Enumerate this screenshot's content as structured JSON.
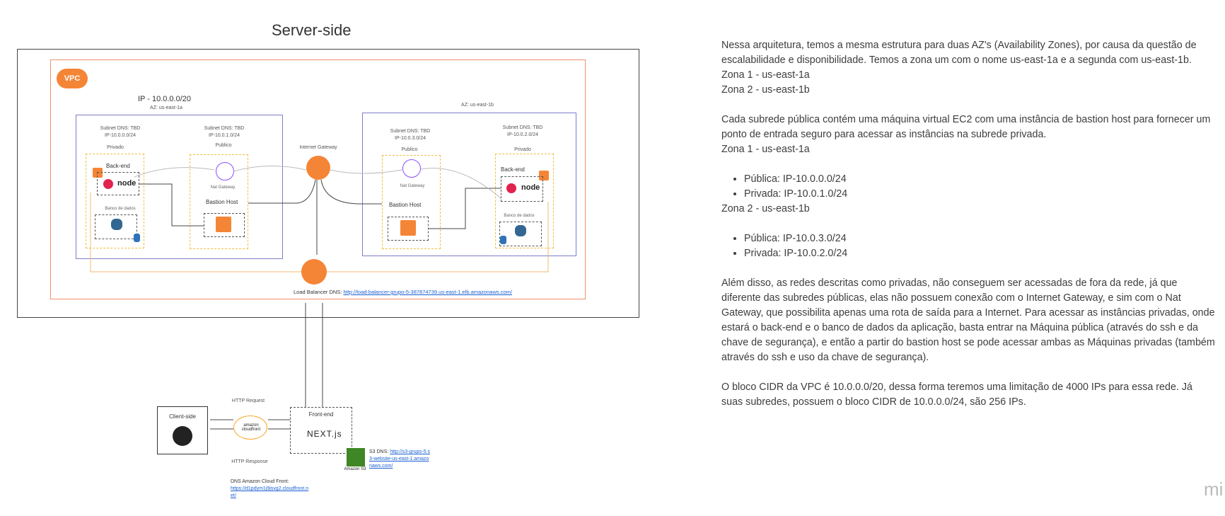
{
  "server": {
    "title": "Server-side",
    "vpc_badge": "VPC",
    "ip_label": "IP - 10.0.0.0/20",
    "az1_label": "AZ: us-east-1a",
    "az2_label": "AZ: us-east-1b",
    "internet_gateway": "Internet Gateway",
    "load_balancer_label": "Load Balancer DNS:",
    "load_balancer_link": "http://load-balancer-grupo-5-387874739.us-east-1.elb.amazonaws.com/",
    "subnets": [
      {
        "dns": "Subnet DNS: TBD",
        "ip": "IP-10.0.0.0/24",
        "kind": "Privado"
      },
      {
        "dns": "Subnet DNS: TBD",
        "ip": "IP-10.0.1.0/24",
        "kind": "Publico"
      },
      {
        "dns": "Subnet DNS: TBD",
        "ip": "IP-10.0.3.0/24",
        "kind": "Publico"
      },
      {
        "dns": "Subnet DNS: TBD",
        "ip": "IP-10.0.2.0/24",
        "kind": "Privado"
      }
    ],
    "backend": "Back-end",
    "node_text": "node",
    "bastion": "Bastion Host",
    "nat": "Nat Gateway",
    "db": "Banco de dados"
  },
  "client": {
    "client_side": "Client-side",
    "http_request": "HTTP Request",
    "http_response": "HTTP Response",
    "cloudfront": "amazon cloudfront",
    "frontend": "Front-end",
    "next": "NEXT.js",
    "s3_label": "Amazon S3",
    "s3_dns_label": "S3 DNS:",
    "s3_dns_link": "http://s3-grupo-5.s3-website-us-east-1.amazonaws.com/",
    "cf_dns_label": "DNS Amazon Cloud Front:",
    "cf_dns_link": "https://d1pdym1j9jsvg2.cloudfront.net/"
  },
  "description": {
    "p1": "Nessa arquitetura, temos a mesma estrutura para duas AZ's (Availability Zones), por causa da questão de escalabilidade e disponibilidade. Temos a zona um com o nome us-east-1a e a segunda com us-east-1b.",
    "zona1": "Zona 1 - us-east-1a",
    "zona2": "Zona 2 - us-east-1b",
    "p2": "Cada subrede pública contém uma máquina virtual EC2 com uma instância de bastion host para fornecer um ponto de entrada seguro para acessar as instâncias na subrede privada.",
    "zona1b": "Zona 1 - us-east-1a",
    "z1_items": [
      "Pública: IP-10.0.0.0/24",
      "Privada: IP-10.0.1.0/24"
    ],
    "zona2b": "Zona 2 - us-east-1b",
    "z2_items": [
      "Pública: IP-10.0.3.0/24",
      "Privada: IP-10.0.2.0/24"
    ],
    "p3": "Além disso, as redes descritas como privadas, não conseguem ser acessadas de fora da rede, já que diferente das subredes públicas, elas não possuem conexão com o Internet Gateway, e sim com o Nat Gateway, que possibilita apenas uma rota de saída para a Internet. Para acessar as instâncias privadas, onde estará o back-end e o banco de dados da aplicação, basta entrar na Máquina pública (através do ssh e da chave de segurança), e então a partir do bastion host se pode acessar ambas as Máquinas privadas (também através do ssh e uso da chave de segurança).",
    "p4": "O bloco CIDR da VPC é 10.0.0.0/20, dessa forma teremos uma limitação de 4000 IPs para essa rede. Já suas subredes, possuem o bloco CIDR de 10.0.0.0/24, são 256 IPs."
  },
  "watermark": "mi"
}
